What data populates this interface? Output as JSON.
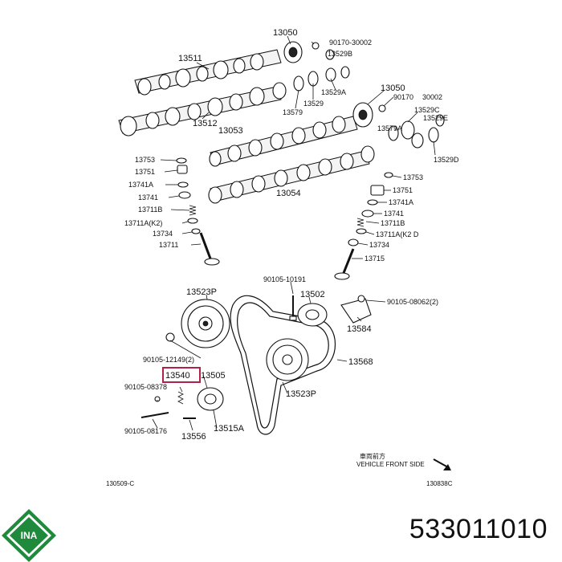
{
  "labels": {
    "p13050_top": "13050",
    "p90170_top": "90170-30002",
    "p13529B_top": "13529B",
    "p13511": "13511",
    "p13529A_top": "13529A",
    "p13529_top": "13529",
    "p13579_top": "13579",
    "p13512": "13512",
    "p13050_right": "13050",
    "p90170_right_a": "90170",
    "p90170_right_b": "30002",
    "p13529C": "13529C",
    "p13529E": "13529E",
    "p13579A": "13579A",
    "p13529D": "13529D",
    "p13053": "13053",
    "p13054": "13054",
    "p13753_l": "13753",
    "p13751_l": "13751",
    "p13741A_l": "13741A",
    "p13741_l": "13741",
    "p13711B_l": "13711B",
    "p13711AK_l": "13711A(K2)",
    "p13734_l": "13734",
    "p13711_l": "13711",
    "p13753_r": "13753",
    "p13751_r": "13751",
    "p13741A_r": "13741A",
    "p13741_r": "13741",
    "p13711B_r": "13711B",
    "p13711AK_r": "13711A(K2 D",
    "p13734_r": "13734",
    "p13715": "13715",
    "p13523P_top": "13523P",
    "p90105_10191": "90105-10191",
    "p13502": "13502",
    "p90105_08062": "90105-08062(2)",
    "p13584": "13584",
    "p90105_12149": "90105-12149(2)",
    "p13568": "13568",
    "p13540": "13540",
    "p13505": "13505",
    "p90105_08378": "90105-08378",
    "p13523P_bot": "13523P",
    "p90105_08176": "90105-08176",
    "p13556": "13556",
    "p13515A": "13515A",
    "front_jp": "車両前方",
    "front_en": "VEHICLE FRONT SIDE",
    "code_left": "130509-C",
    "code_right": "130838C"
  },
  "highlighted_part": "13540",
  "brand": {
    "name": "INA",
    "icon": "ina-logo-icon",
    "color": "#1f8a3c"
  },
  "part_number": "533011010"
}
